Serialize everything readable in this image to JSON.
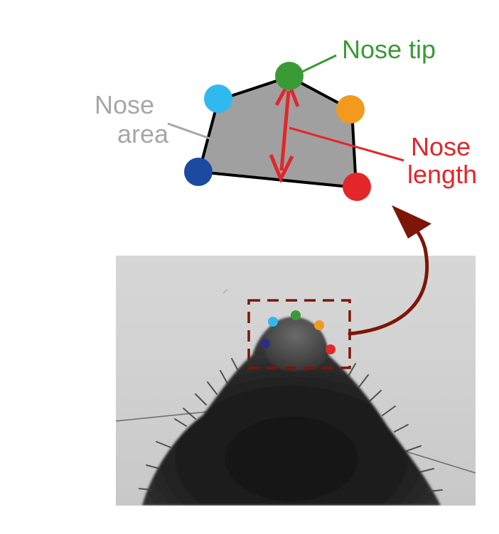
{
  "labels": {
    "nose_tip": "Nose tip",
    "nose_area_line1": "Nose",
    "nose_area_line2": "area",
    "nose_length_line1": "Nose",
    "nose_length_line2": "length"
  },
  "colors": {
    "nose_tip": "#3a9a35",
    "nose_area_text": "#a7a7a7",
    "nose_length": "#e3262a",
    "polygon_fill": "#a0a0a0",
    "arrow_dark": "#7c1608",
    "dot_light_blue": "#2fb9ef",
    "dot_green": "#3a9a35",
    "dot_orange": "#f19a1e",
    "dot_dark_blue": "#1c4aa0",
    "dot_red": "#e3262a",
    "dot_navy_photo": "#2c2e80"
  },
  "keypoints": [
    {
      "name": "left-upper",
      "color_key": "dot_light_blue"
    },
    {
      "name": "tip",
      "color_key": "dot_green"
    },
    {
      "name": "right-upper",
      "color_key": "dot_orange"
    },
    {
      "name": "left-lower",
      "color_key": "dot_dark_blue"
    },
    {
      "name": "right-lower",
      "color_key": "dot_red"
    }
  ]
}
